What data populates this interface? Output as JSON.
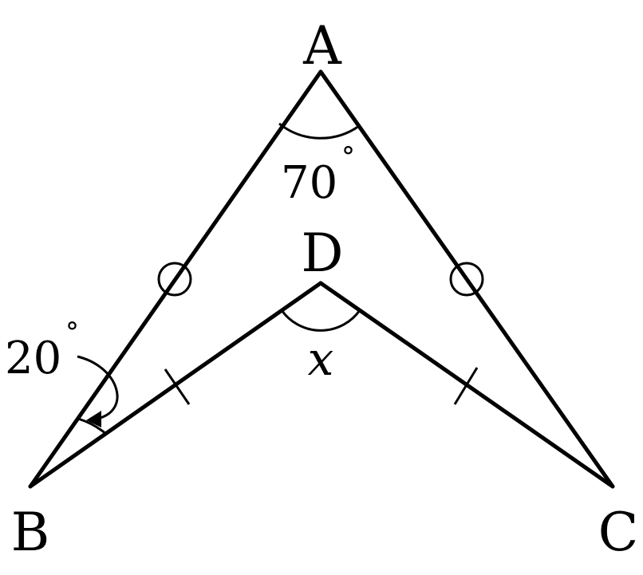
{
  "points": {
    "A": "A",
    "B": "B",
    "C": "C",
    "D": "D"
  },
  "angles": {
    "apex": "70",
    "base_left": "20",
    "degree_symbol": "°",
    "unknown": "x"
  },
  "colors": {
    "stroke": "#000000",
    "background": "#ffffff"
  }
}
